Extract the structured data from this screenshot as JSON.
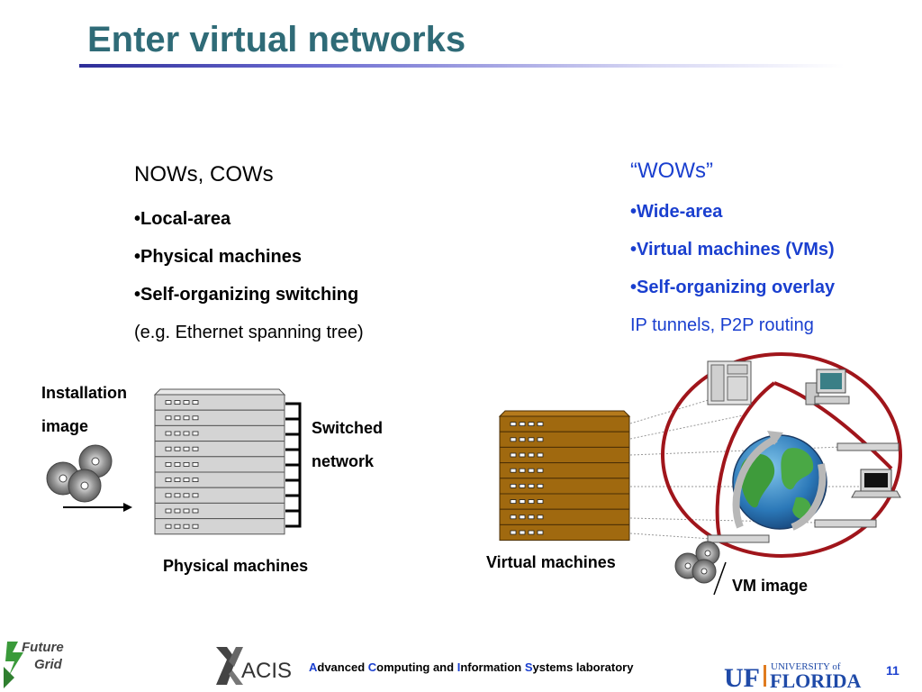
{
  "slide": {
    "title": "Enter virtual networks",
    "page_number": "11"
  },
  "left_column": {
    "heading": "NOWs, COWs",
    "bullets": [
      "Local-area",
      "Physical machines",
      "Self-organizing switching"
    ],
    "note": "(e.g. Ethernet spanning tree)"
  },
  "right_column": {
    "heading": "“WOWs”",
    "bullets": [
      "Wide-area",
      "Virtual machines (VMs)",
      "Self-organizing overlay"
    ],
    "note": "IP tunnels, P2P routing"
  },
  "bullet_char": "•",
  "diagram_left": {
    "installation_label_1": "Installation",
    "installation_label_2": "image",
    "switched_label_1": "Switched",
    "switched_label_2": "network",
    "caption": "Physical machines"
  },
  "diagram_right": {
    "caption": "Virtual machines",
    "vm_image_label": "VM image"
  },
  "footer": {
    "logo_futuregrid_1": "Future",
    "logo_futuregrid_2": "Grid",
    "logo_acis": "ACIS",
    "lab_text": [
      {
        "cap": "A",
        "rest": "dvanced "
      },
      {
        "cap": "C",
        "rest": "omputing and "
      },
      {
        "cap": "I",
        "rest": "nformation "
      },
      {
        "cap": "S",
        "rest": "ystems laboratory"
      }
    ],
    "uf_logo_mark": "UF",
    "uf_logo_top": "UNIVERSITY of",
    "uf_logo_bottom": "FLORIDA"
  },
  "colors": {
    "title": "#2f6b77",
    "accent_blue": "#1a3fcf",
    "server_gray": "#d4d4d4",
    "server_brown": "#a0690f",
    "ring_red": "#a0151b"
  }
}
